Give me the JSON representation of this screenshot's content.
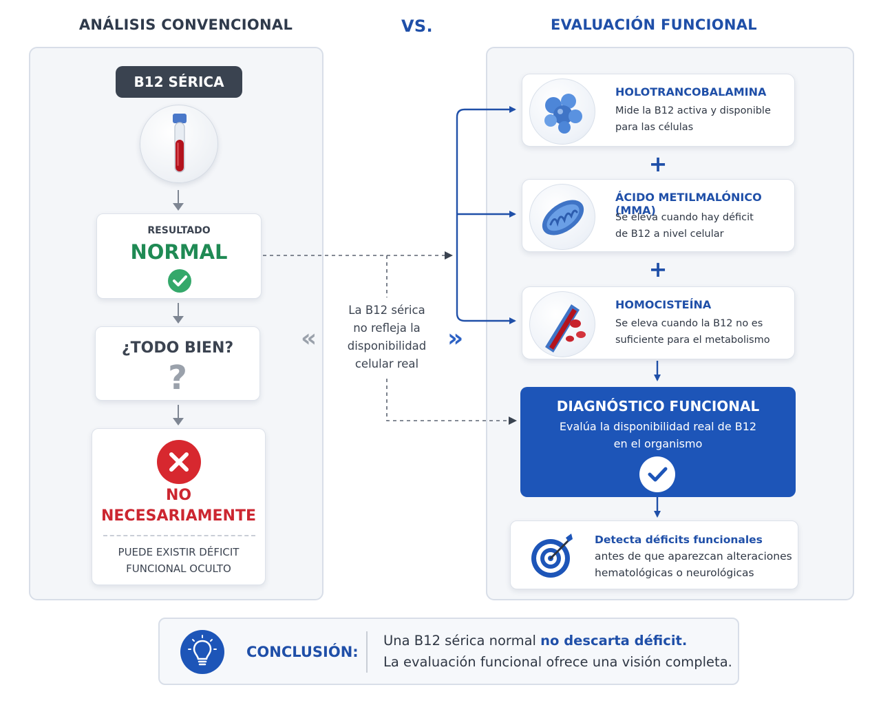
{
  "headers": {
    "left": "ANÁLISIS CONVENCIONAL",
    "vs": "VS.",
    "right": "EVALUACIÓN FUNCIONAL"
  },
  "conventional": {
    "pill": "B12 SÉRICA",
    "tube_icon": "blood-test-tube-icon",
    "result_label": "RESULTADO",
    "result_value": "NORMAL",
    "question": "¿TODO BIEN?",
    "question_mark": "?",
    "no_line1": "NO",
    "no_line2": "NECESARIAMENTE",
    "no_sub1": "PUEDE EXISTIR DÉFICIT",
    "no_sub2": "FUNCIONAL OCULTO"
  },
  "middle": {
    "line1": "La B12 sérica",
    "line2": "no refleja la",
    "line3": "disponibilidad",
    "line4": "celular real",
    "chev_left": "«",
    "chev_right": "»"
  },
  "functional": {
    "tests": [
      {
        "title": "HOLOTRANCOBALAMINA",
        "desc1": "Mide la B12 activa y disponible",
        "desc2": "para las células",
        "icon": "molecule-icon"
      },
      {
        "title": "ÁCIDO METILMALÓNICO (MMA)",
        "desc1": "Se eleva cuando hay déficit",
        "desc2": "de B12 a nivel celular",
        "icon": "mitochondria-icon"
      },
      {
        "title": "HOMOCISTEÍNA",
        "desc1": "Se eleva cuando la B12 no es",
        "desc2": "suficiente para el metabolismo",
        "icon": "blood-vessel-icon"
      }
    ],
    "plus": "+",
    "diagnosis": {
      "title": "DIAGNÓSTICO FUNCIONAL",
      "desc1": "Evalúa la disponibilidad real de B12",
      "desc2": "en el organismo"
    },
    "detect": {
      "title": "Detecta déficits funcionales",
      "desc1": "antes de que aparezcan alteraciones",
      "desc2": "hematológicas o neurológicas",
      "icon": "target-icon"
    }
  },
  "conclusion": {
    "label": "CONCLUSIÓN:",
    "line1_pre": "Una B12 sérica normal ",
    "line1_bold": "no descarta déficit.",
    "line2": "La evaluación funcional ofrece una visión completa.",
    "icon": "lightbulb-icon"
  },
  "colors": {
    "accent_blue": "#1d55b8",
    "normal_green": "#1f8a54",
    "alert_red": "#cc2630",
    "neutral_gray": "#7e8693"
  }
}
